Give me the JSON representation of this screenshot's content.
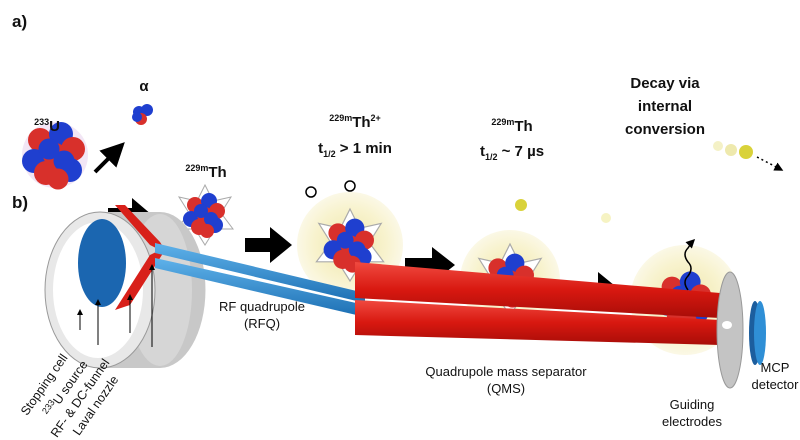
{
  "panel_a": {
    "label": "a)",
    "uranium": {
      "mass": "233",
      "symbol": "U"
    },
    "alpha": "α",
    "th_isomer": {
      "mass": "229m",
      "symbol": "Th"
    },
    "th_ion": {
      "mass": "229m",
      "symbol": "Th",
      "charge": "2+",
      "halflife_prefix": "t",
      "halflife_sub": "1/2",
      "halflife_value": " > 1 min"
    },
    "th_neutral": {
      "mass": "229m",
      "symbol": "Th",
      "halflife_prefix": "t",
      "halflife_sub": "1/2",
      "halflife_value": " ~ 7 µs"
    },
    "decay": [
      "Decay via",
      "internal",
      "conversion"
    ]
  },
  "panel_b": {
    "label": "b)",
    "callouts": {
      "stopping_cell": "Stopping cell",
      "source_mass": "233",
      "source": "U source",
      "funnel": "RF- & DC-funnel",
      "nozzle": "Laval nozzle"
    },
    "rfq": [
      "RF quadrupole",
      "(RFQ)"
    ],
    "qms": [
      "Quadrupole mass separator",
      "(QMS)"
    ],
    "guiding": [
      "Guiding",
      "electrodes"
    ],
    "mcp": [
      "MCP",
      "detector"
    ]
  },
  "colors": {
    "proton": "#d8302b",
    "neutron": "#1f3fcf",
    "rod_blue": "#2f8fd6",
    "rod_red": "#e0201a",
    "halo": "#f7f2c4",
    "electron": "#d9d23a"
  }
}
